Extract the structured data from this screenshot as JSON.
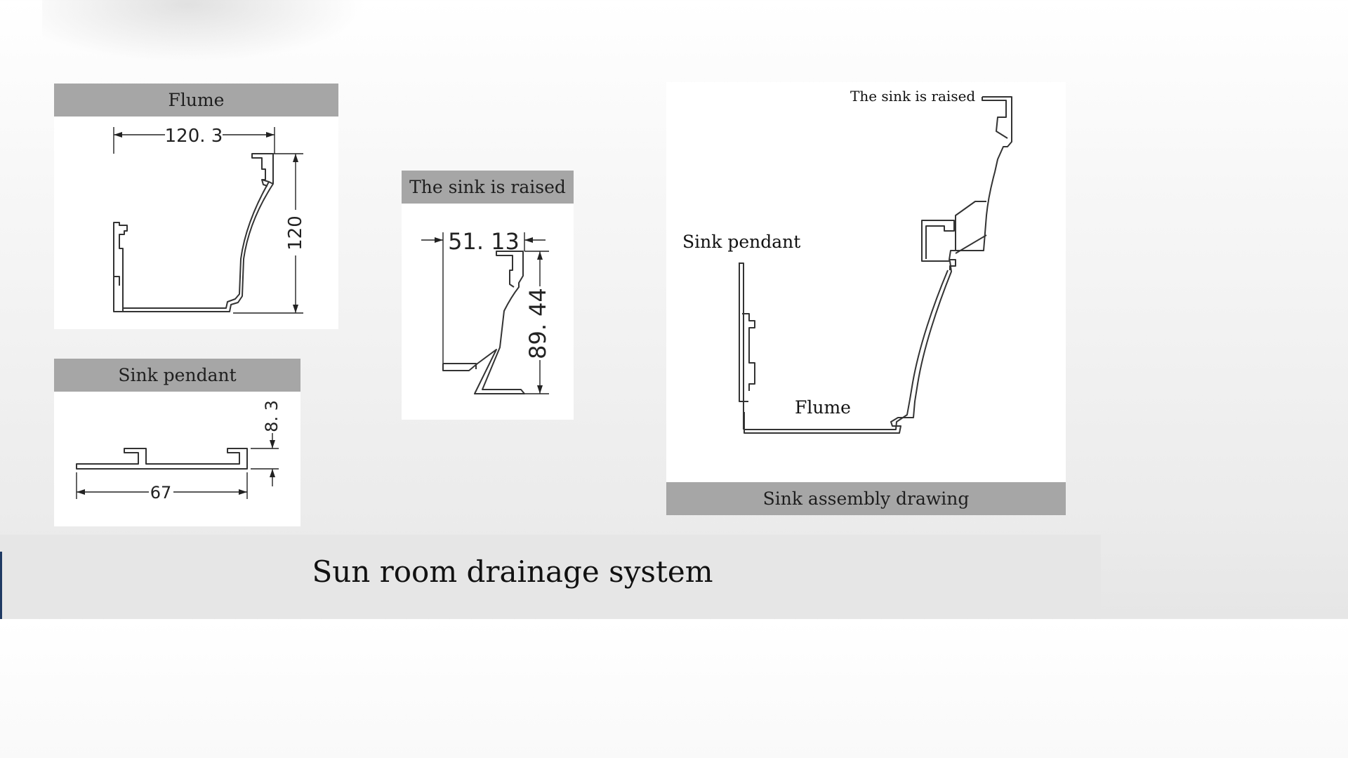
{
  "page": {
    "title": "Sun room drainage system"
  },
  "panels": {
    "flume": {
      "title": "Flume",
      "dims": {
        "width": "120. 3",
        "height": "120"
      }
    },
    "sink_pendant": {
      "title": "Sink pendant",
      "dims": {
        "width": "67",
        "thickness": "8. 3"
      }
    },
    "sink_raised": {
      "title": "The sink is raised",
      "dims": {
        "width": "51. 13",
        "height": "89. 44"
      }
    },
    "assembly": {
      "title": "Sink assembly drawing",
      "labels": {
        "raised": "The sink is raised",
        "pendant": "Sink pendant",
        "flume": "Flume"
      }
    }
  },
  "colors": {
    "header_bg": "#a6a6a6",
    "panel_bg": "#ffffff",
    "footer_bg": "#e6e6e6",
    "line": "#333333"
  }
}
